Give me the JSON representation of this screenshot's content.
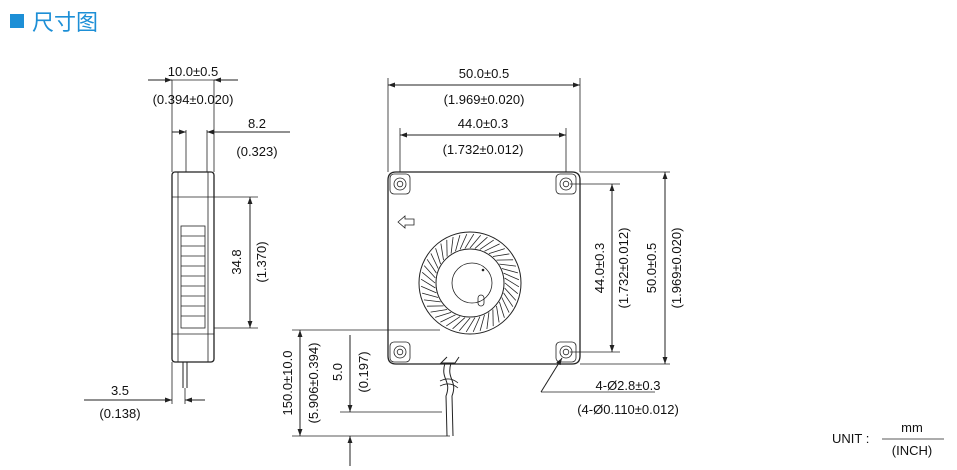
{
  "section_title": "尺寸图",
  "icon": "square-bullet",
  "accent_color": "#1d8fd6",
  "side_view": {
    "thickness_mm": "10.0±0.5",
    "thickness_in": "(0.394±0.020)",
    "outlet_mm": "8.2",
    "outlet_in": "(0.323)",
    "outlet_height_mm": "34.8",
    "outlet_height_in": "(1.370)",
    "lead_offset_mm": "3.5",
    "lead_offset_in": "(0.138)"
  },
  "front_view": {
    "width_mm": "50.0±0.5",
    "width_in": "(1.969±0.020)",
    "hole_pitch_mm": "44.0±0.3",
    "hole_pitch_in": "(1.732±0.012)",
    "v_hole_pitch_mm": "44.0±0.3",
    "v_hole_pitch_in": "(1.732±0.012)",
    "height_mm": "50.0±0.5",
    "height_in": "(1.969±0.020)",
    "hole_dia_mm": "4-Ø2.8±0.3",
    "hole_dia_in": "(4-Ø0.110±0.012)",
    "lead_length_mm": "150.0±10.0",
    "lead_length_in": "(5.906±0.394)",
    "strip_mm": "5.0",
    "strip_in": "(0.197)"
  },
  "unit": {
    "prefix": "UNIT :",
    "numerator": "mm",
    "denominator": "(INCH)"
  }
}
